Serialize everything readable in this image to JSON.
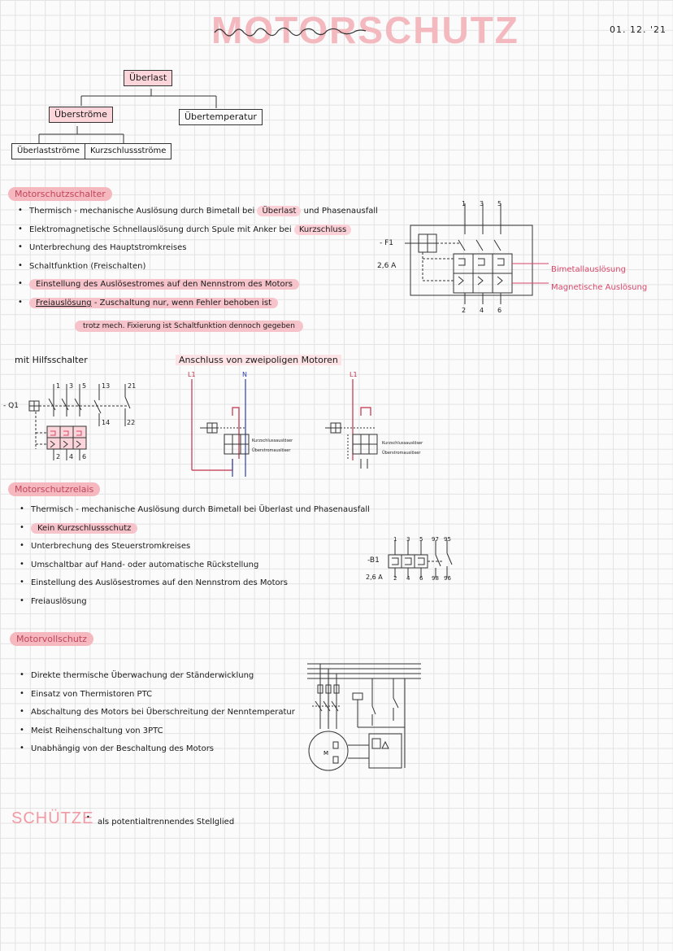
{
  "header": {
    "title": "MOTORSCHUTZ",
    "date": "01. 12. '21"
  },
  "tree": {
    "root": "Überlast",
    "left": "Überströme",
    "right": "Übertemperatur",
    "leaf1": "Überlastströme",
    "leaf2": "Kurzschlussströme"
  },
  "sec1": {
    "label": "Motorschutzschalter",
    "b1_pre": "Thermisch - mechanische Auslösung durch Bimetall bei ",
    "b1_mark": "Überlast",
    "b1_post": " und Phasenausfall",
    "b2_pre": "Elektromagnetische Schnellauslösung durch Spule mit Anker bei ",
    "b2_mark": "Kurzschluss",
    "b3": "Unterbrechung des Hauptstromkreises",
    "b4": "Schaltfunktion (Freischalten)",
    "b5": "Einstellung des Auslösestromes auf den Nennstrom des Motors",
    "b6_mark": "Freiauslösung",
    "b6_rest": " - Zuschaltung nur, wenn Fehler behoben ist",
    "b6_cont": "trotz mech. Fixierung ist Schaltfunktion dennoch gegeben"
  },
  "diagram1": {
    "terminals_top": [
      "1",
      "3",
      "5"
    ],
    "terminals_bottom": [
      "2",
      "4",
      "6"
    ],
    "device": "- F1",
    "rating": "2,6 A",
    "label_bimetal": "Bimetallauslösung",
    "label_magnet": "Magnetische Auslösung"
  },
  "aux": {
    "heading": "mit Hilfsschalter",
    "device": "- Q1",
    "top": [
      "1",
      "3",
      "5",
      "13",
      "21"
    ],
    "bottom": [
      "2",
      "4",
      "6",
      "14",
      "22"
    ]
  },
  "bipolar": {
    "heading": "Anschluss von zweipoligen Motoren",
    "l1": "L1",
    "n": "N",
    "l1b": "L1",
    "small1": "Kurzschlussauslöser",
    "small2": "Überstromauslöser"
  },
  "sec2": {
    "label": "Motorschutzrelais",
    "b1": "Thermisch - mechanische Auslösung durch Bimetall bei Überlast und Phasenausfall",
    "b2": "Kein Kurzschlussschutz",
    "b3": "Unterbrechung des Steuerstromkreises",
    "b4": "Umschaltbar auf Hand- oder automatische Rückstellung",
    "b5": "Einstellung des Auslösestromes auf den Nennstrom des Motors",
    "b6": "Freiauslösung"
  },
  "diagram2": {
    "device": "-B1",
    "rating": "2,6 A",
    "top": [
      "1",
      "3",
      "5",
      "97",
      "95"
    ],
    "bottom": [
      "2",
      "4",
      "6",
      "98",
      "96"
    ]
  },
  "sec3": {
    "label": "Motorvollschutz",
    "b1": "Direkte thermische Überwachung der Ständerwicklung",
    "b2": "Einsatz von Thermistoren PTC",
    "b3": "Abschaltung des Motors bei Überschreitung der Nenntemperatur",
    "b4": "Meist Reihenschaltung von 3PTC",
    "b5": "Unabhängig von der Beschaltung des Motors"
  },
  "footer": {
    "schuetze": "SCHÜTZE",
    "text": "als potentialtrennendes Stellglied"
  },
  "colors": {
    "accent": "#f6b8bf",
    "accent_text": "#d9466a",
    "wire_red": "#c0304a",
    "wire_blue": "#2c3eaa"
  }
}
